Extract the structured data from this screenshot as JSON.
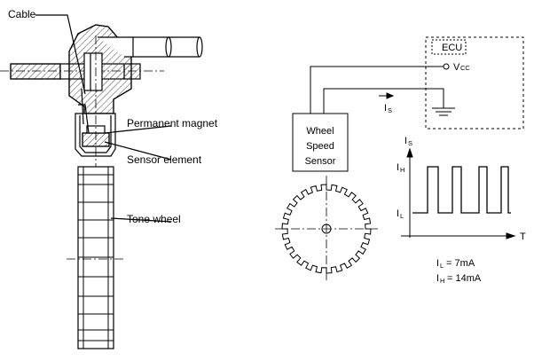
{
  "sensor_labels": {
    "cable": "Cable",
    "magnet": "Permanent magnet",
    "element": "Sensor element",
    "tone_wheel": "Tone wheel"
  },
  "circuit": {
    "ecu": "ECU",
    "vcc_main": "V",
    "vcc_sub": "CC",
    "is_main": "I",
    "is_sub": "S",
    "wheel_sensor_lines": [
      "Wheel",
      "Speed",
      "Sensor"
    ]
  },
  "waveform": {
    "axis_y_main": "I",
    "axis_y_sub": "S",
    "axis_x": "T",
    "ih_main": "I",
    "ih_sub": "H",
    "il_main": "I",
    "il_sub": "L",
    "il_value_sub": "L",
    "il_value": " = 7mA",
    "ih_value_sub": "H",
    "ih_value": " = 14mA"
  },
  "colors": {
    "line": "#000000",
    "hatch": "#555555",
    "background": "#ffffff"
  }
}
